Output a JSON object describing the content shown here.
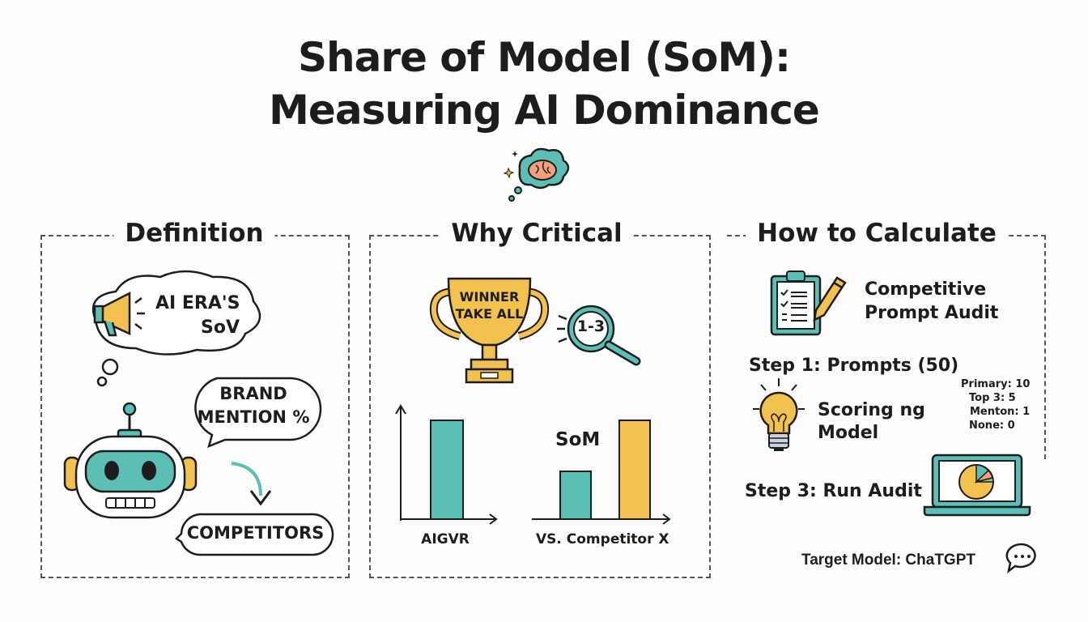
{
  "title": {
    "line1": "Share of Model (SoM):",
    "line2": "Measuring AI Dominance"
  },
  "colors": {
    "teal": "#5bbfb5",
    "yellow": "#f2c14e",
    "ink": "#1d1d1d",
    "orange": "#f4a07a"
  },
  "definition": {
    "header": "Definition",
    "thought_line1": "AI ERA'S",
    "thought_line2": "SoV",
    "speech_line1": "BRAND",
    "speech_line2": "MENTION %",
    "competitors": "COMPETITORS"
  },
  "why_critical": {
    "header": "Why Critical",
    "trophy_line1": "WINNER",
    "trophy_line2": "TAKE ALL",
    "magnifier_text": "1-3",
    "chart1_label": "AIGVR",
    "chart2_title": "SoM",
    "chart2_label": "VS. Competitor X"
  },
  "how_to_calculate": {
    "header": "How to Calculate",
    "audit_line1": "Competitive",
    "audit_line2": "Prompt Audit",
    "step1": "Step 1: Prompts (50)",
    "scoring_line1": "Scoring ng",
    "scoring_line2": "Model",
    "scores": [
      "Primary: 10",
      "Top 3: 5",
      "Menton: 1",
      "None: 0"
    ],
    "step3": "Step 3: Run Audit",
    "target_model": "Target Model: ChaTGPT"
  }
}
